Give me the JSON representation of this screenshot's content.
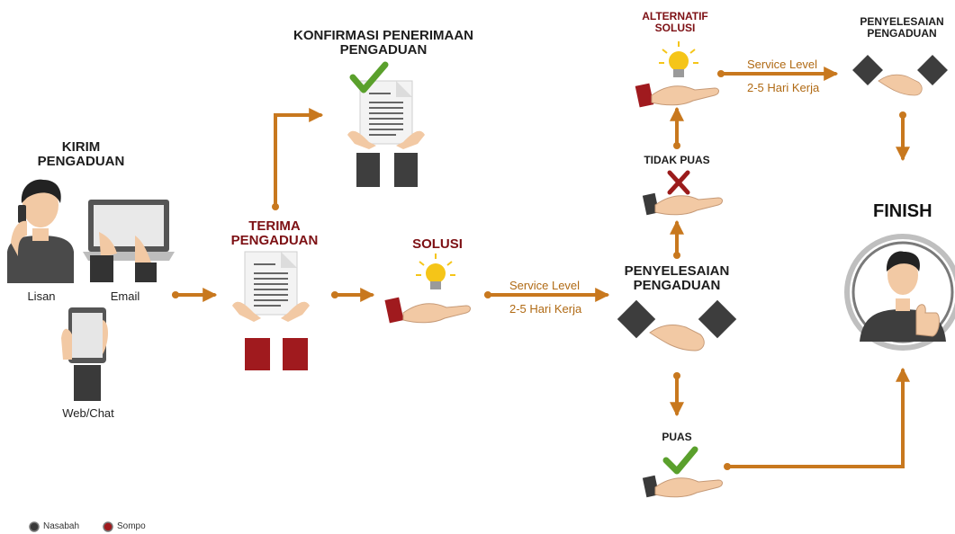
{
  "labels": {
    "kirim": "KIRIM\nPENGADUAN",
    "konfirmasi": "KONFIRMASI PENERIMAAN\nPENGADUAN",
    "terima": "TERIMA\nPENGADUAN",
    "solusi": "SOLUSI",
    "alternatif": "ALTERNATIF\nSOLUSI",
    "penyelesaian_top": "PENYELESAIAN\nPENGADUAN",
    "tidak_puas": "TIDAK PUAS",
    "penyelesaian_mid": "PENYELESAIAN\nPENGADUAN",
    "puas": "PUAS",
    "finish": "FINISH"
  },
  "channels": {
    "lisan": "Lisan",
    "email": "Email",
    "webchat": "Web/Chat"
  },
  "service_level": {
    "label": "Service Level",
    "duration": "2-5 Hari Kerja"
  },
  "legend": [
    {
      "name": "Nasabah",
      "color": "#3a3a3a"
    },
    {
      "name": "Sompo",
      "color": "#a01a1e"
    }
  ],
  "colors": {
    "arrow": "#c8781e",
    "sompo_red": "#a01a1e",
    "nasabah_dark": "#3a3a3a",
    "check_green": "#5aa02c",
    "cross_red": "#9b1b1b"
  },
  "icons": [
    "person-phone-icon",
    "laptop-icon",
    "tablet-icon",
    "document-icon",
    "checkmark-icon",
    "lightbulb-icon",
    "open-hand-icon",
    "handshake-icon",
    "cross-icon",
    "thumbs-up-person-icon"
  ]
}
